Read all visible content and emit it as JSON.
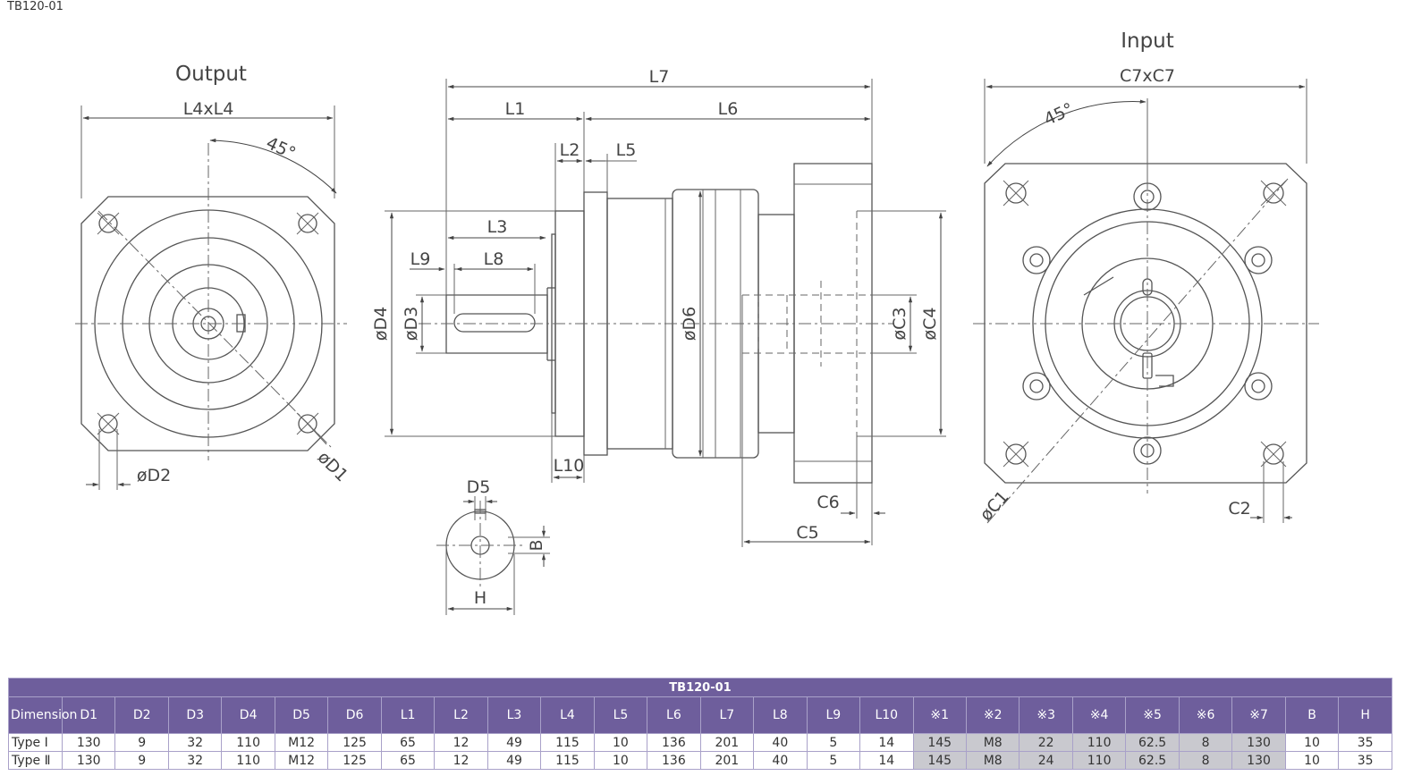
{
  "doc_title": "TB120-01",
  "views": {
    "output_title": "Output",
    "input_title": "Input"
  },
  "labels": {
    "L4xL4": "L4xL4",
    "angle_out": "45°",
    "D1": "øD1",
    "D2": "øD2",
    "L7": "L7",
    "L1": "L1",
    "L6": "L6",
    "L2": "L2",
    "L5": "L5",
    "L3": "L3",
    "L9": "L9",
    "L8": "L8",
    "D4": "øD4",
    "D3": "øD3",
    "D6": "øD6",
    "C3": "øC3",
    "C4": "øC4",
    "L10": "L10",
    "C6": "C6",
    "C5": "C5",
    "D5": "D5",
    "B": "B",
    "H": "H",
    "C7xC7": "C7xC7",
    "angle_in": "45°",
    "C1": "øC1",
    "C2": "C2"
  },
  "table": {
    "caption": "TB120-01",
    "row_header": "Dimension",
    "columns": [
      "D1",
      "D2",
      "D3",
      "D4",
      "D5",
      "D6",
      "L1",
      "L2",
      "L3",
      "L4",
      "L5",
      "L6",
      "L7",
      "L8",
      "L9",
      "L10",
      "※1",
      "※2",
      "※3",
      "※4",
      "※5",
      "※6",
      "※7",
      "B",
      "H"
    ],
    "shaded_columns": [
      16,
      17,
      18,
      19,
      20,
      21,
      22
    ],
    "rows": [
      {
        "name": "Type Ⅰ",
        "values": [
          "130",
          "9",
          "32",
          "110",
          "M12",
          "125",
          "65",
          "12",
          "49",
          "115",
          "10",
          "136",
          "201",
          "40",
          "5",
          "14",
          "145",
          "M8",
          "22",
          "110",
          "62.5",
          "8",
          "130",
          "10",
          "35"
        ]
      },
      {
        "name": "Type Ⅱ",
        "values": [
          "130",
          "9",
          "32",
          "110",
          "M12",
          "125",
          "65",
          "12",
          "49",
          "115",
          "10",
          "136",
          "201",
          "40",
          "5",
          "14",
          "145",
          "M8",
          "24",
          "110",
          "62.5",
          "8",
          "130",
          "10",
          "35"
        ]
      }
    ]
  }
}
